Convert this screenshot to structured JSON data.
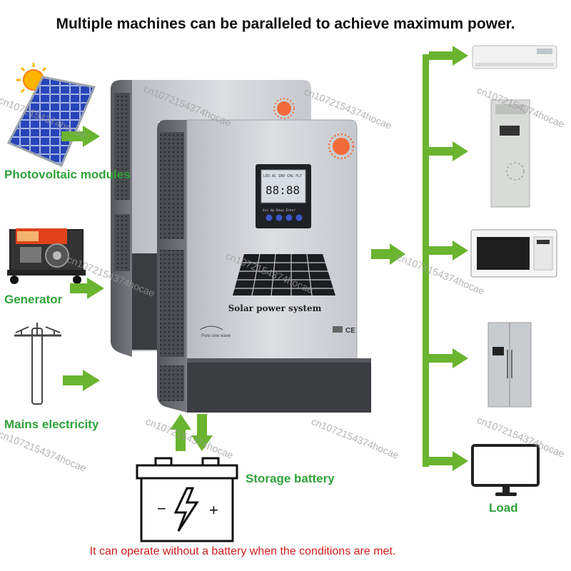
{
  "title": "Multiple machines can be paralleled to achieve maximum power.",
  "footnote": "It can operate without a battery when the conditions are met.",
  "sources": [
    {
      "label": "Photovoltaic modules",
      "icon": "solar-panel-icon"
    },
    {
      "label": "Generator",
      "icon": "generator-icon"
    },
    {
      "label": "Mains electricity",
      "icon": "power-pole-icon"
    }
  ],
  "battery": {
    "label": "Storage battery",
    "minus": "−",
    "plus": "+",
    "icon": "battery-icon"
  },
  "inverter": {
    "name": "Solar power system",
    "wave_text": "Pure sine wave",
    "cert": "CE",
    "screen_labels": "LED  AC  INV  CHG  FLT",
    "keys": "Esc  Up  Down  Enter"
  },
  "loads": {
    "label": "Load",
    "items": [
      "air-conditioner-icon",
      "standing-ac-icon",
      "microwave-icon",
      "refrigerator-icon",
      "monitor-icon"
    ]
  },
  "watermark": "cn1072154374hocae",
  "colors": {
    "arrow_green": "#6ab42f",
    "label_green": "#2fa23a",
    "footnote_red": "#d01c1c"
  }
}
